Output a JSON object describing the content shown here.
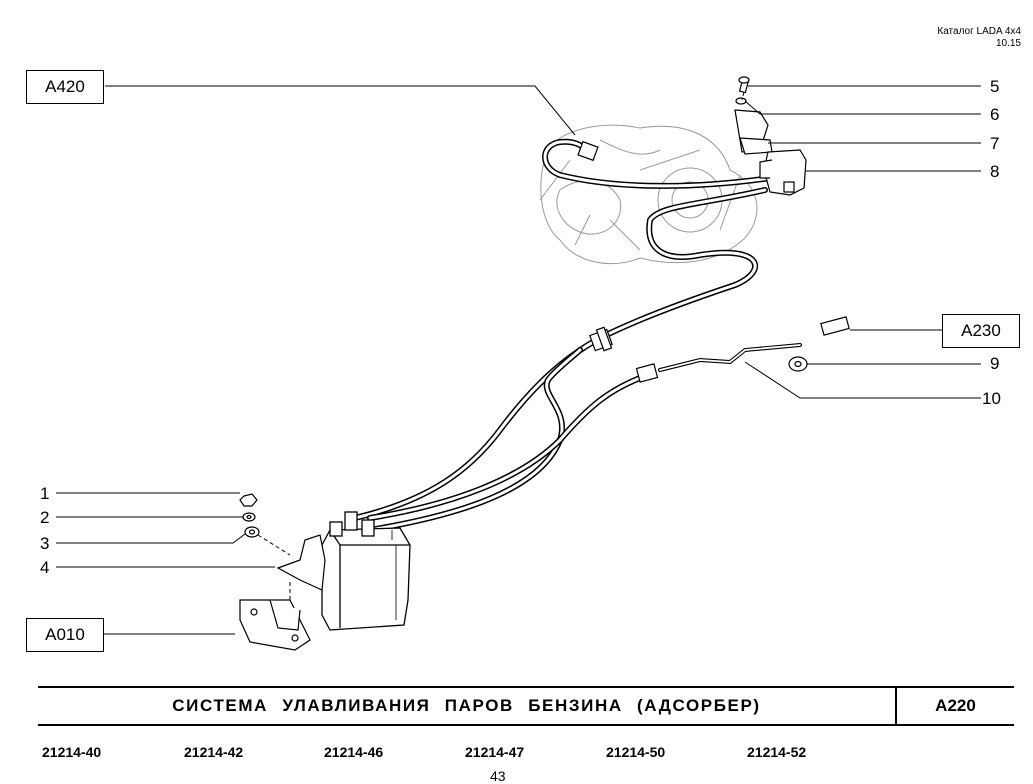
{
  "header": {
    "catalog": "Каталог  LADA  4x4",
    "version": "10.15"
  },
  "references": {
    "a420": "А420",
    "a230": "А230",
    "a010": "А010"
  },
  "callouts": [
    "1",
    "2",
    "3",
    "4",
    "5",
    "6",
    "7",
    "8",
    "9",
    "10"
  ],
  "title": {
    "text": "СИСТЕМА  УЛАВЛИВАНИЯ  ПАРОВ  БЕНЗИНА (АДСОРБЕР)",
    "code": "А220"
  },
  "models": [
    "21214-40",
    "21214-42",
    "21214-46",
    "21214-47",
    "21214-50",
    "21214-52"
  ],
  "page_number": "43"
}
